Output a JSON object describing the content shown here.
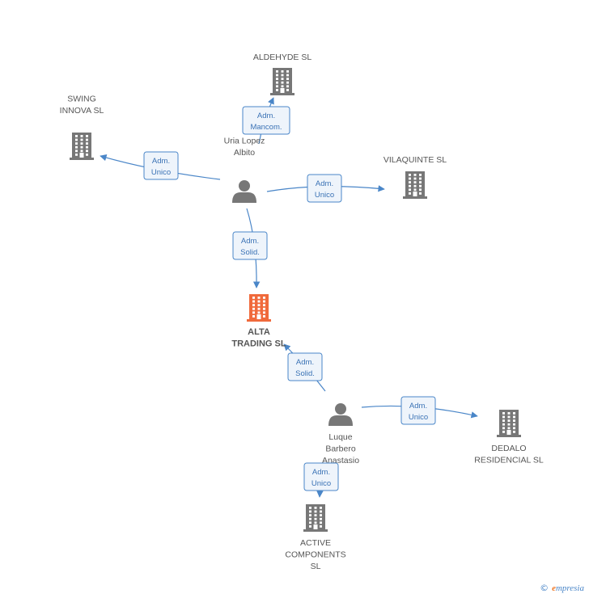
{
  "colors": {
    "company": "#777777",
    "main": "#f06a3c",
    "person": "#777777",
    "edge": "#4a86c8"
  },
  "nodes": [
    {
      "id": "aldehyde",
      "kind": "company",
      "lines": [
        "ALDEHYDE SL"
      ]
    },
    {
      "id": "swing",
      "kind": "company",
      "lines": [
        "SWING",
        "INNOVA SL"
      ]
    },
    {
      "id": "uria",
      "kind": "person",
      "lines": [
        "Uria Lopez",
        "Albito"
      ]
    },
    {
      "id": "vilaquinte",
      "kind": "company",
      "lines": [
        "VILAQUINTE SL"
      ]
    },
    {
      "id": "alta",
      "kind": "main",
      "lines": [
        "ALTA",
        "TRADING SL"
      ]
    },
    {
      "id": "luque",
      "kind": "person",
      "lines": [
        "Luque",
        "Barbero",
        "Anastasio"
      ]
    },
    {
      "id": "dedalo",
      "kind": "company",
      "lines": [
        "DEDALO",
        "RESIDENCIAL SL"
      ]
    },
    {
      "id": "active",
      "kind": "company",
      "lines": [
        "ACTIVE",
        "COMPONENTS",
        "SL"
      ]
    }
  ],
  "edges": [
    {
      "from": "uria",
      "to": "aldehyde",
      "label": [
        "Adm.",
        "Mancom."
      ]
    },
    {
      "from": "uria",
      "to": "swing",
      "label": [
        "Adm.",
        "Unico"
      ]
    },
    {
      "from": "uria",
      "to": "vilaquinte",
      "label": [
        "Adm.",
        "Unico"
      ]
    },
    {
      "from": "uria",
      "to": "alta",
      "label": [
        "Adm.",
        "Solid."
      ]
    },
    {
      "from": "luque",
      "to": "alta",
      "label": [
        "Adm.",
        "Solid."
      ]
    },
    {
      "from": "luque",
      "to": "dedalo",
      "label": [
        "Adm.",
        "Unico"
      ]
    },
    {
      "from": "luque",
      "to": "active",
      "label": [
        "Adm.",
        "Unico"
      ]
    }
  ],
  "footer": {
    "copyright": "©",
    "brand_initial": "e",
    "brand_rest": "mpresia"
  }
}
